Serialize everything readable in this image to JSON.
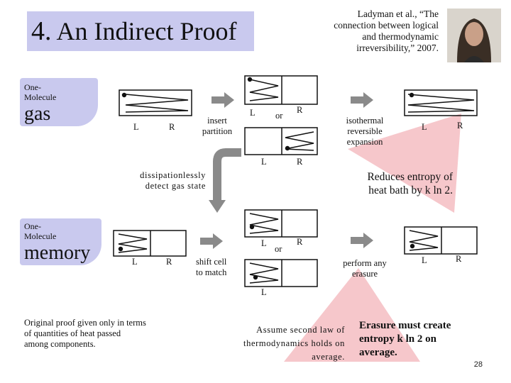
{
  "slide": {
    "title_number": "4.",
    "title_text": "An Indirect Proof",
    "citation": "Ladyman et al., “The connection between logical and thermodynamic irreversibility,” 2007.",
    "gas_caption_small": "One-Molecule",
    "gas_caption_big": "gas",
    "memory_caption_small": "One-Molecule",
    "memory_caption_big": "memory",
    "insert_partition": "insert partition",
    "or_top": "or",
    "isothermal": "isothermal reversible expansion",
    "dissipation": "dissipationlessly detect gas state",
    "reduces_entropy": "Reduces entropy of heat bath by k ln 2.",
    "shift_cell": "shift cell to match",
    "or_bottom": "or",
    "perform_erasure": "perform any erasure",
    "original_proof": "Original proof given only in terms of quantities of heat passed among components.",
    "second_law": "Assume second law of thermodynamics holds on average.",
    "erasure_must": "Erasure must create entropy k ln 2 on average.",
    "page_number": "28",
    "L": "L",
    "R": "R"
  },
  "colors": {
    "title_band": "#c9c9ee",
    "pink": "#f6c7cb",
    "arrow_gray": "#8a8a8a"
  }
}
